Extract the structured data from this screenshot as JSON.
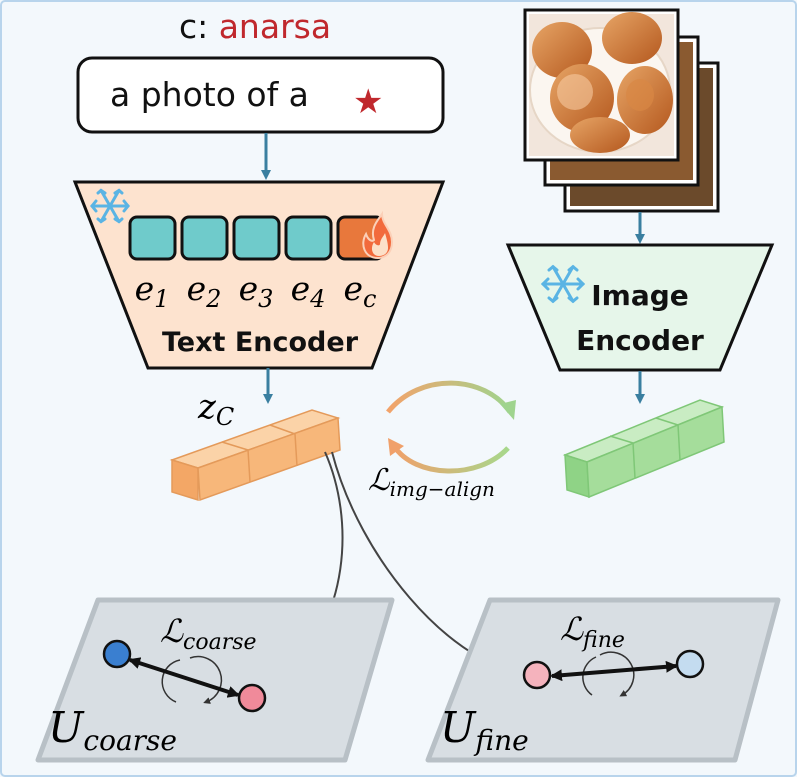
{
  "concept": {
    "prefix": "c: ",
    "name": "anarsa",
    "name_color": "#c0282d"
  },
  "prompt": {
    "text": "a photo of a",
    "placeholder_symbol": "★",
    "symbol_color": "#c0282d"
  },
  "text_encoder": {
    "title": "Text Encoder",
    "frozen_icon": "snowflake-icon",
    "tokens": [
      {
        "base": "e",
        "sub": "1",
        "trainable": false
      },
      {
        "base": "e",
        "sub": "2",
        "trainable": false
      },
      {
        "base": "e",
        "sub": "3",
        "trainable": false
      },
      {
        "base": "e",
        "sub": "4",
        "trainable": false
      },
      {
        "base": "e",
        "sub": "c",
        "trainable": true
      }
    ],
    "trainable_icon": "flame-icon"
  },
  "image_encoder": {
    "title_line1": "Image",
    "title_line2": "Encoder",
    "frozen_icon": "snowflake-icon",
    "photo_icon": "food-photo-stack"
  },
  "embeddings": {
    "text_label_base": "z",
    "text_label_sub": "C",
    "alignment_loss_base": "ℒ",
    "alignment_loss_sub": "img−align"
  },
  "spaces": {
    "coarse": {
      "label_base": "U",
      "label_sub": "coarse",
      "loss_base": "ℒ",
      "loss_sub": "coarse"
    },
    "fine": {
      "label_base": "U",
      "label_sub": "fine",
      "loss_base": "ℒ",
      "loss_sub": "fine"
    }
  },
  "colors": {
    "token_fill": "#6fcbcb",
    "token_trainable_fill": "#e8783c",
    "encoder_text_fill": "#fde3cf",
    "encoder_image_fill": "#e6f6ea",
    "text_embedding": "#f7b77a",
    "image_embedding": "#9edc97",
    "arrow": "#3a7fa0",
    "plane_fill": "#d8dee3",
    "point_blue": "#3a7fd0",
    "point_pink": "#f08a9a",
    "point_light_blue": "#c4dcf0"
  }
}
